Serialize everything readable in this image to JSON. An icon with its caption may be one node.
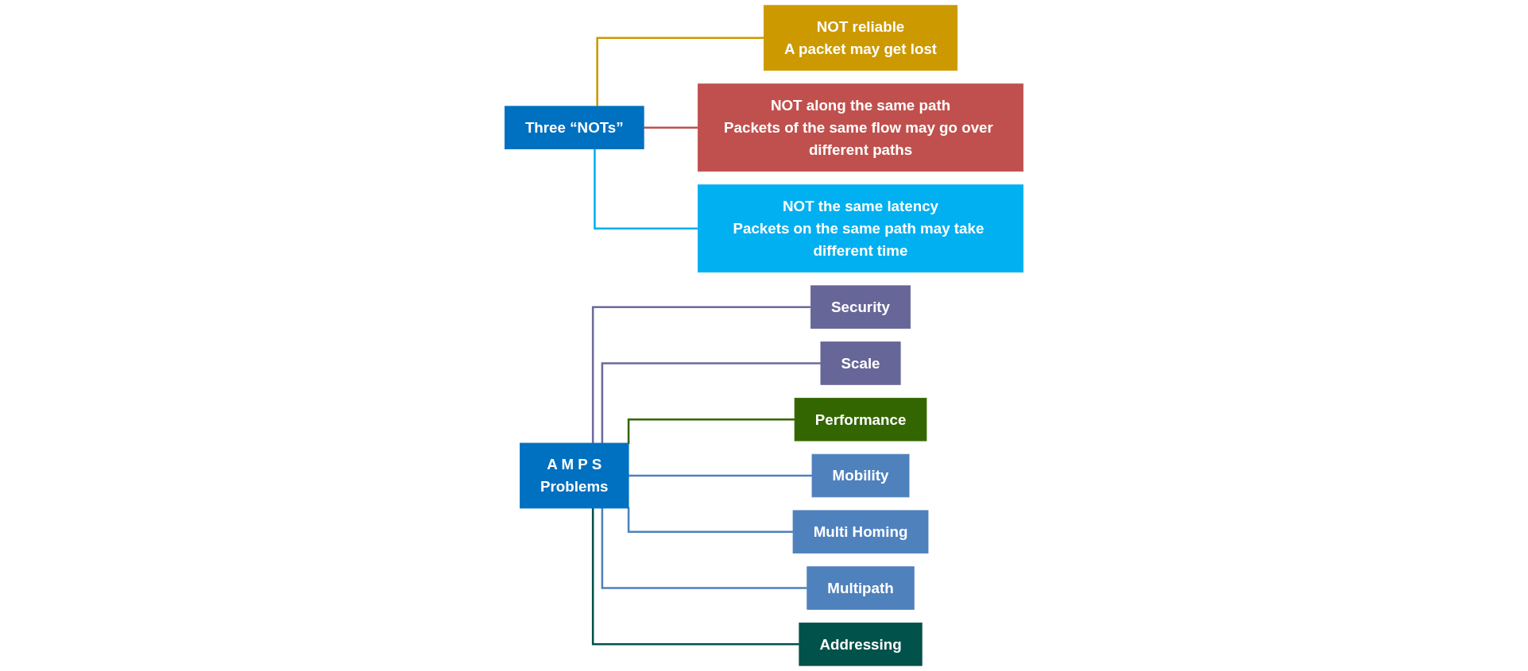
{
  "diagram": {
    "nodes": [
      {
        "text": [
          "Three “NOTs”"
        ]
      },
      {
        "text": [
          "NOT reliable",
          "A packet may get lost"
        ]
      },
      {
        "text": [
          "NOT along the same path",
          "Packets of the same flow may go over different paths"
        ]
      },
      {
        "text": [
          "NOT the same latency",
          "Packets on the same path may take different time"
        ]
      },
      {
        "text": [
          "A M P S",
          "Problems"
        ]
      },
      {
        "text": [
          "Security"
        ]
      },
      {
        "text": [
          "Scale"
        ]
      },
      {
        "text": [
          "Performance"
        ]
      },
      {
        "text": [
          "Mobility"
        ]
      },
      {
        "text": [
          "Multi Homing"
        ]
      },
      {
        "text": [
          "Multipath"
        ]
      },
      {
        "text": [
          "Addressing"
        ]
      }
    ],
    "edges": [
      {
        "from": 0,
        "to": 1,
        "arrow": "none",
        "color": "#cc9900"
      },
      {
        "from": 0,
        "to": 2,
        "arrow": "none",
        "color": "#c0504d"
      },
      {
        "from": 0,
        "to": 3,
        "arrow": "none",
        "color": "#00b0f0"
      },
      {
        "from": 4,
        "to": 5,
        "arrow": "none",
        "color": "#6b6b9b"
      },
      {
        "from": 4,
        "to": 6,
        "arrow": "none",
        "color": "#6b6b9b"
      },
      {
        "from": 4,
        "to": 7,
        "arrow": "none",
        "color": "#336600"
      },
      {
        "from": 4,
        "to": 8,
        "arrow": "none",
        "color": "#4f81bd"
      },
      {
        "from": 4,
        "to": 9,
        "arrow": "none",
        "color": "#4f81bd"
      },
      {
        "from": 4,
        "to": 10,
        "arrow": "none",
        "color": "#4f81bd"
      },
      {
        "from": 4,
        "to": 11,
        "arrow": "none",
        "color": "#00524a"
      }
    ]
  }
}
